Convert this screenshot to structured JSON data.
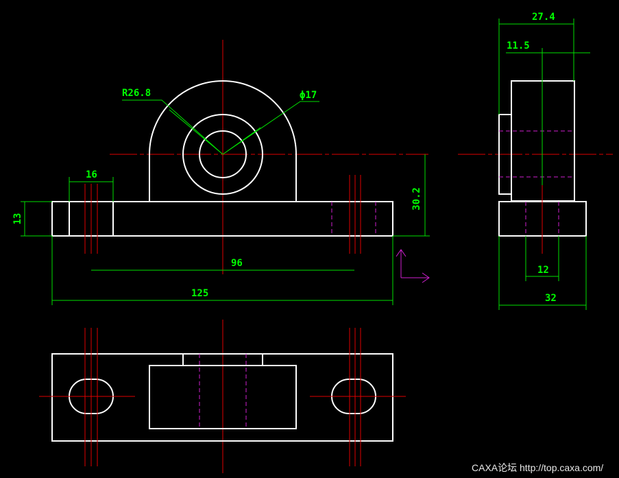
{
  "dimensions": {
    "radius": "R26.8",
    "diameter": "ϕ17",
    "width_16": "16",
    "height_13": "13",
    "height_30_2": "30.2",
    "span_96": "96",
    "length_125": "125",
    "side_27_4": "27.4",
    "side_11_5": "11.5",
    "side_12": "12",
    "side_32": "32"
  },
  "colors": {
    "outline": "#ffffff",
    "centerline": "#e00000",
    "dimension": "#00e000",
    "hidden": "#d020d0"
  },
  "watermark": "CAXA论坛 http://top.caxa.com/"
}
